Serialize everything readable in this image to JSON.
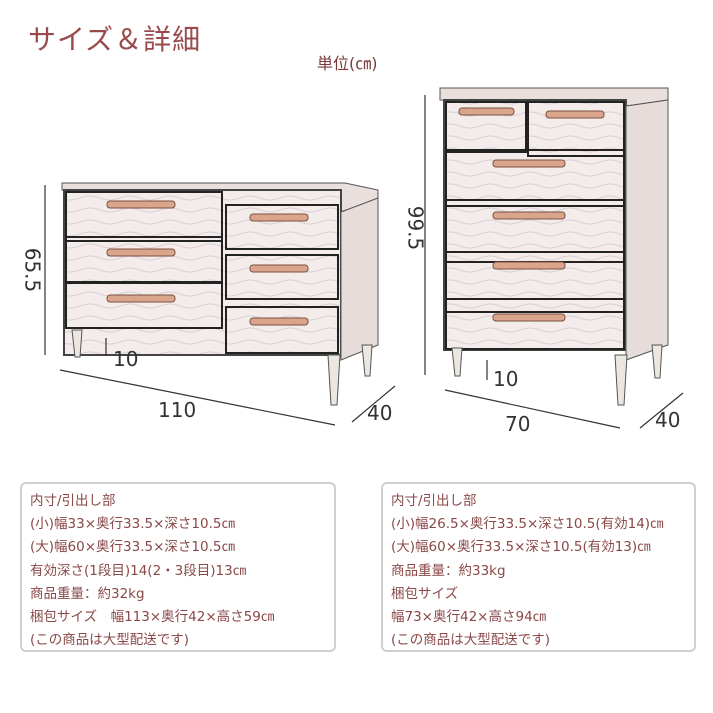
{
  "title": "サイズ＆詳細",
  "unit": "単位(㎝)",
  "left_product": {
    "dimensions": {
      "height": "65.5",
      "leg": "10",
      "width": "110",
      "depth": "40"
    },
    "details": [
      "内寸/引出し部",
      "(小)幅33×奥行33.5×深さ10.5㎝",
      "(大)幅60×奥行33.5×深さ10.5㎝",
      "有効深さ(1段目)14(2・3段目)13㎝",
      "商品重量：約32kg",
      "梱包サイズ　幅113×奥行42×高さ59㎝",
      "(この商品は大型配送です)"
    ]
  },
  "right_product": {
    "dimensions": {
      "height": "99.5",
      "leg": "10",
      "width": "70",
      "depth": "40"
    },
    "details": [
      "内寸/引出し部",
      "(小)幅26.5×奥行33.5×深さ10.5(有効14)㎝",
      "(大)幅60×奥行33.5×深さ10.5(有効13)㎝",
      "商品重量：約33kg",
      "梱包サイズ",
      "幅73×奥行42×高さ94㎝",
      "(この商品は大型配送です)"
    ]
  },
  "colors": {
    "text": "#8a4848",
    "wood": "#efe6e4",
    "handle": "#d9a68c",
    "border": "#cfcfcf"
  }
}
